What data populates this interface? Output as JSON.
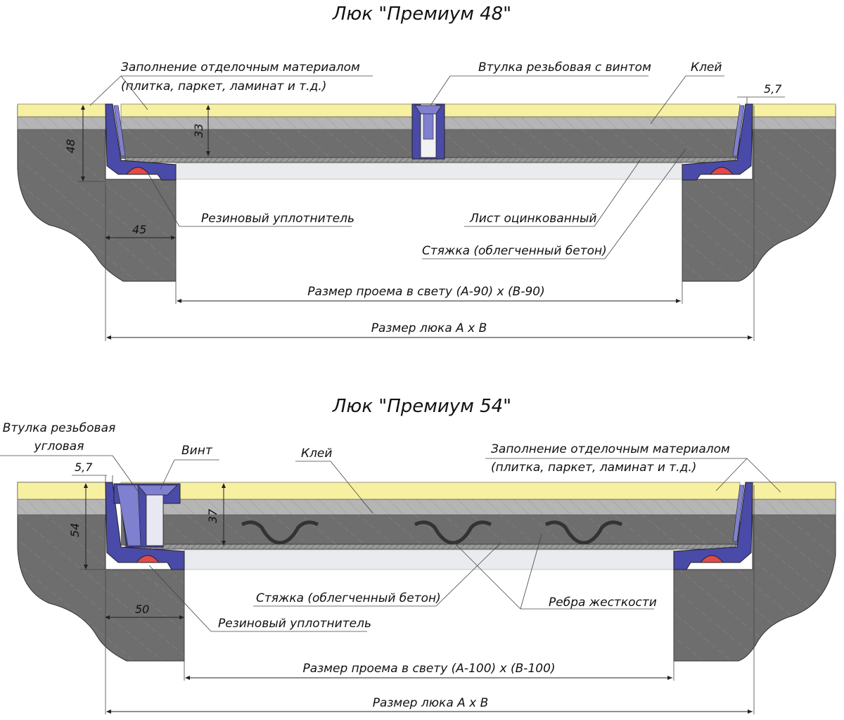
{
  "colors": {
    "finish": "#f6f0a0",
    "glue_layer": "#b5b5b5",
    "concrete": "#6e6e6e",
    "frame": "#4a4aa8",
    "frame_light": "#8080d0",
    "seal": "#e24a4a",
    "sheet": "#9a9a9a"
  },
  "section1": {
    "title": "Люк \"Премиум 48\"",
    "labels": {
      "finish_line1": "Заполнение отделочным материалом",
      "finish_line2": "(плитка, паркет, ламинат и т.д.)",
      "bushing": "Втулка резьбовая с винтом",
      "glue": "Клей",
      "seal": "Резиновый уплотнитель",
      "sheet": "Лист оцинкованный",
      "screed": "Стяжка (облегченный бетон)",
      "opening": "Размер проема в свету (А-90) х (В-90)",
      "hatch_size": "Размер люка А х В"
    },
    "dims": {
      "height": "48",
      "fill_depth": "33",
      "edge": "45",
      "gap": "5,7"
    }
  },
  "section2": {
    "title": "Люк \"Премиум 54\"",
    "labels": {
      "bushing_line1": "Втулка резьбовая",
      "bushing_line2": "угловая",
      "screw": "Винт",
      "glue": "Клей",
      "finish_line1": "Заполнение отделочным материалом",
      "finish_line2": "(плитка, паркет, ламинат и т.д.)",
      "screed": "Стяжка (облегченный бетон)",
      "ribs": "Ребра жесткости",
      "seal": "Резиновый уплотнитель",
      "opening": "Размер проема в свету (А-100) х (В-100)",
      "hatch_size": "Размер люка А х В"
    },
    "dims": {
      "gap": "5,7",
      "height": "54",
      "fill_depth": "37",
      "edge": "50"
    }
  }
}
